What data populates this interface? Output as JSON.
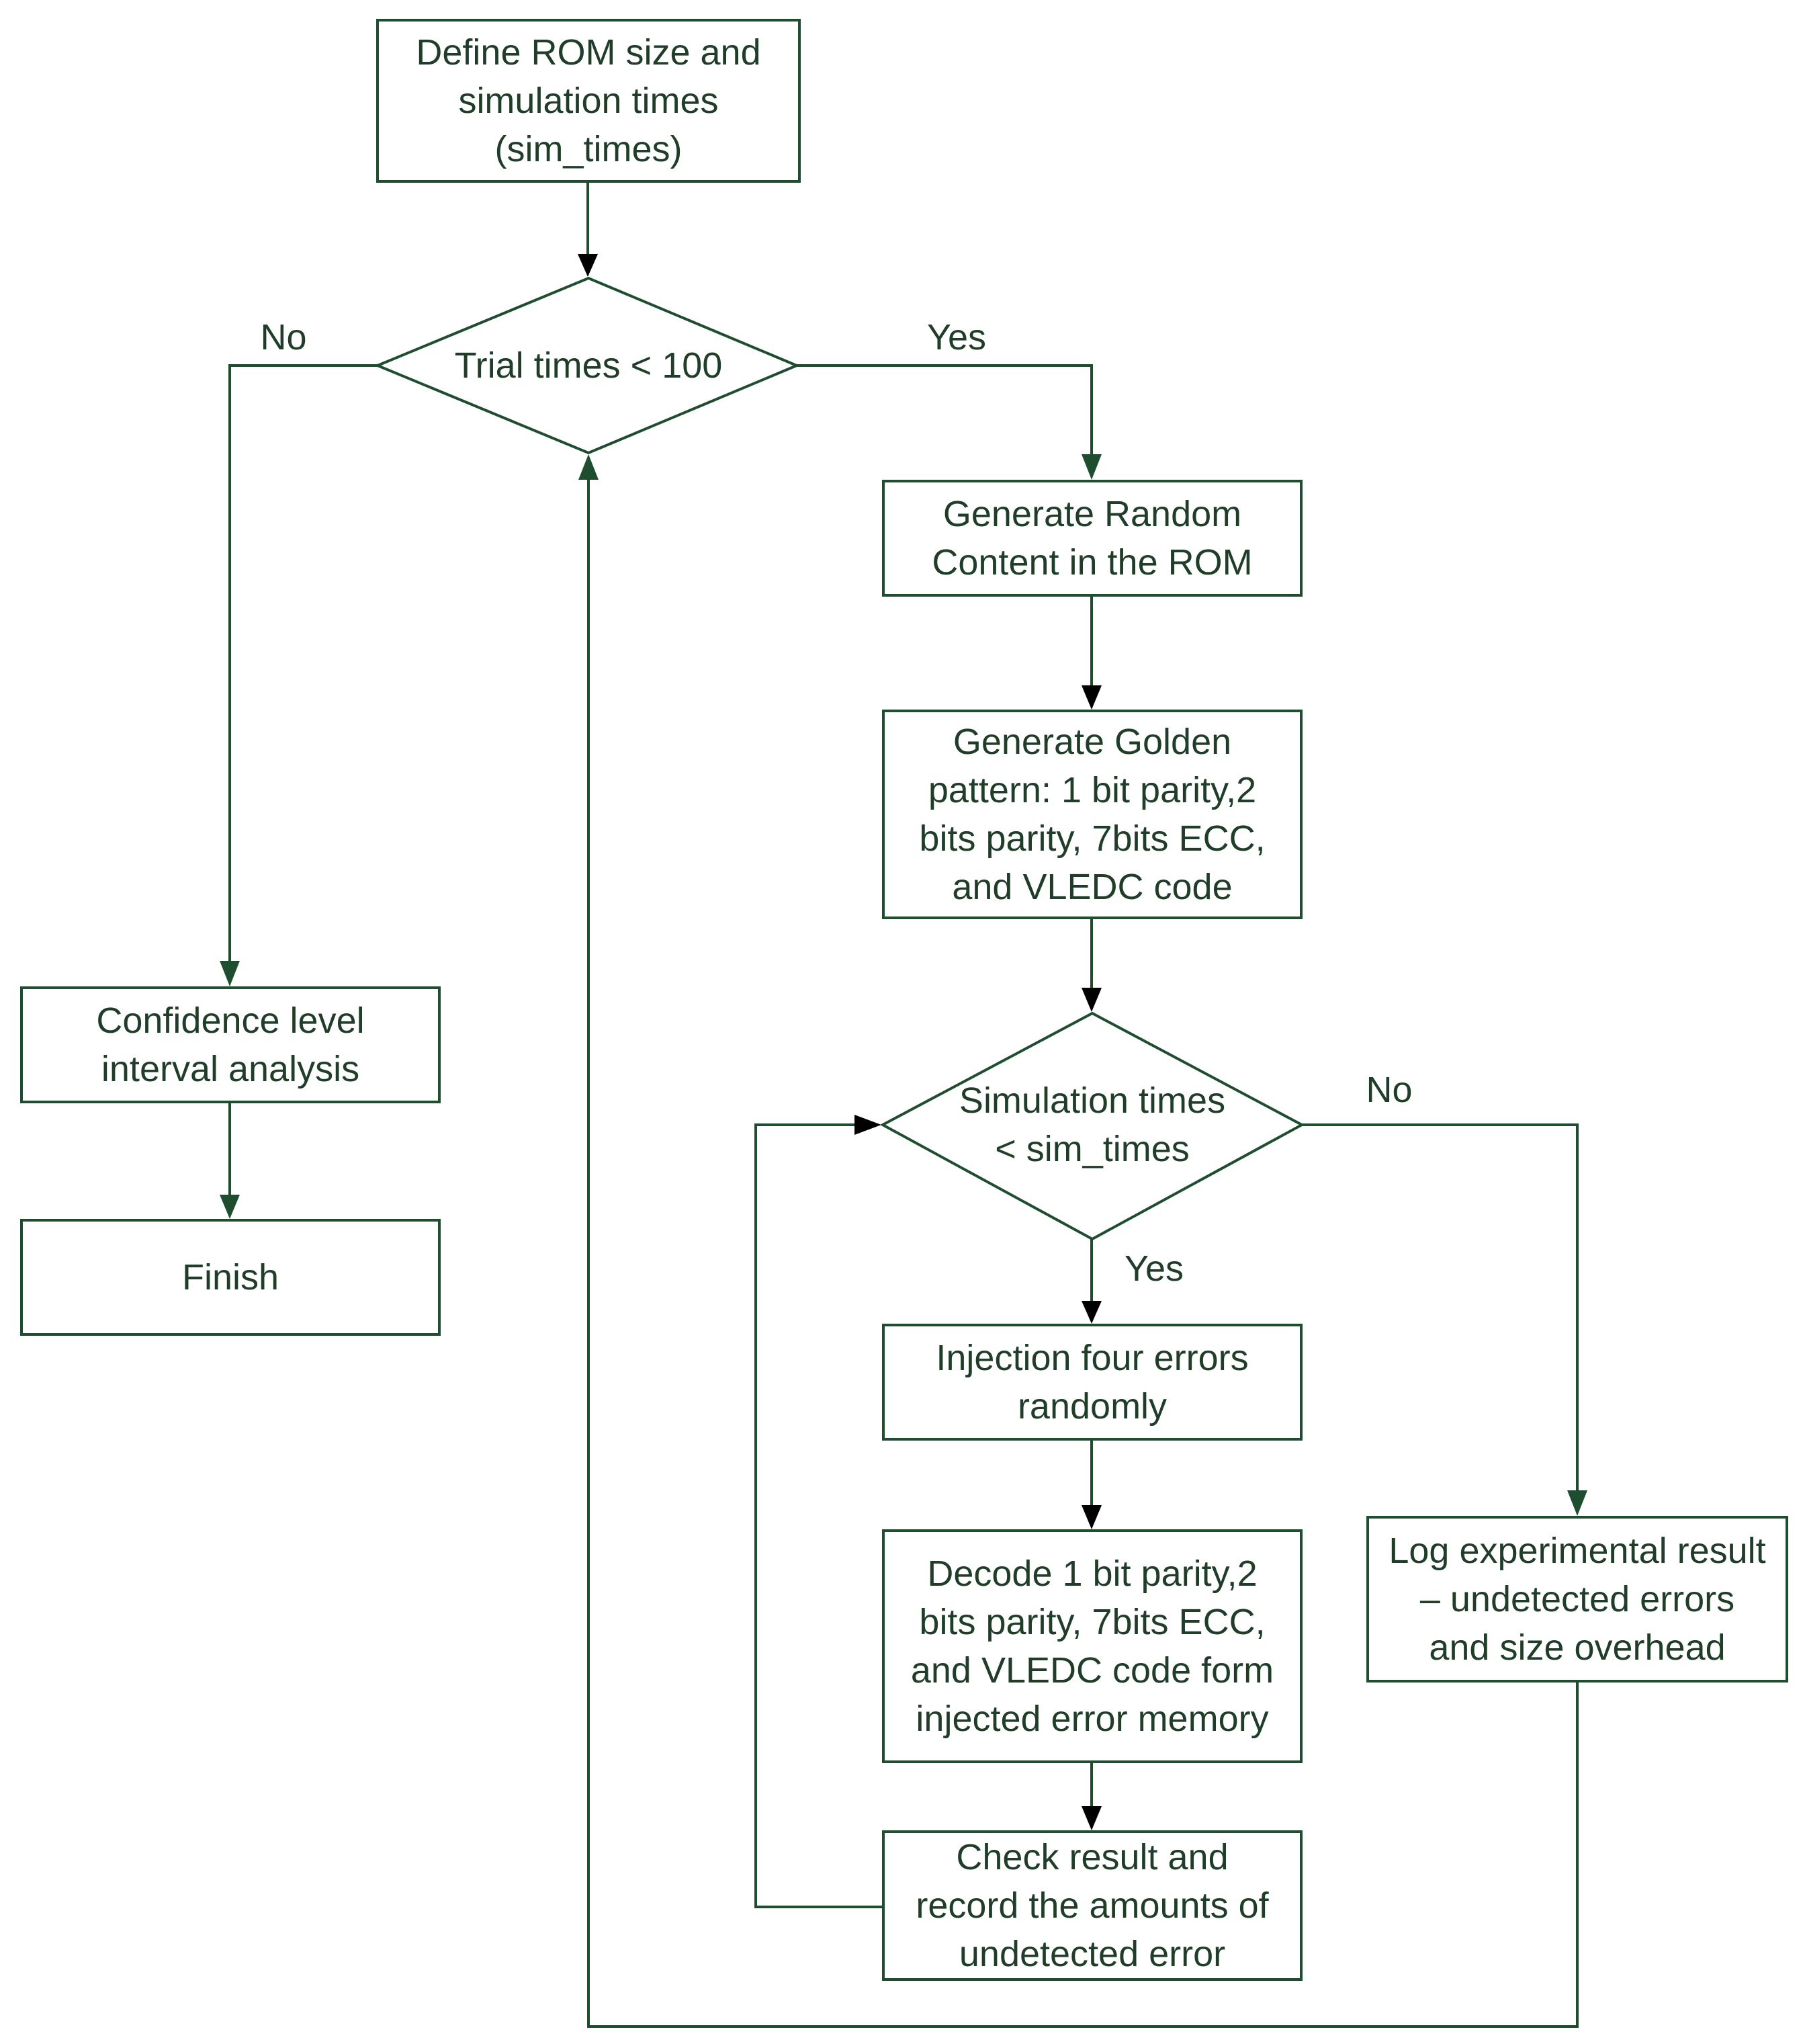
{
  "nodes": {
    "define": [
      "Define ROM size and",
      "simulation times",
      "(sim_times)"
    ],
    "trial_decision": [
      "Trial times < 100"
    ],
    "generate_random": [
      "Generate Random",
      "Content in the ROM"
    ],
    "generate_golden": [
      "Generate Golden",
      "pattern: 1 bit parity,2",
      "bits parity, 7bits ECC,",
      "and VLEDC code"
    ],
    "confidence": [
      "Confidence level",
      "interval analysis"
    ],
    "finish": [
      "Finish"
    ],
    "sim_decision": [
      "Simulation times",
      "< sim_times"
    ],
    "inject": [
      "Injection four errors",
      "randomly"
    ],
    "decode": [
      "Decode  1 bit parity,2",
      "bits parity, 7bits ECC,",
      "and VLEDC code form",
      "injected error memory"
    ],
    "check": [
      "Check result and",
      "record the amounts of",
      "undetected error"
    ],
    "log": [
      "Log experimental result",
      "– undetected errors",
      "and size overhead"
    ]
  },
  "labels": {
    "trial_no": "No",
    "trial_yes": "Yes",
    "sim_no": "No",
    "sim_yes": "Yes"
  },
  "colors": {
    "stroke": "#1f4d30",
    "text": "#1f3d28",
    "background": "#ffffff"
  }
}
